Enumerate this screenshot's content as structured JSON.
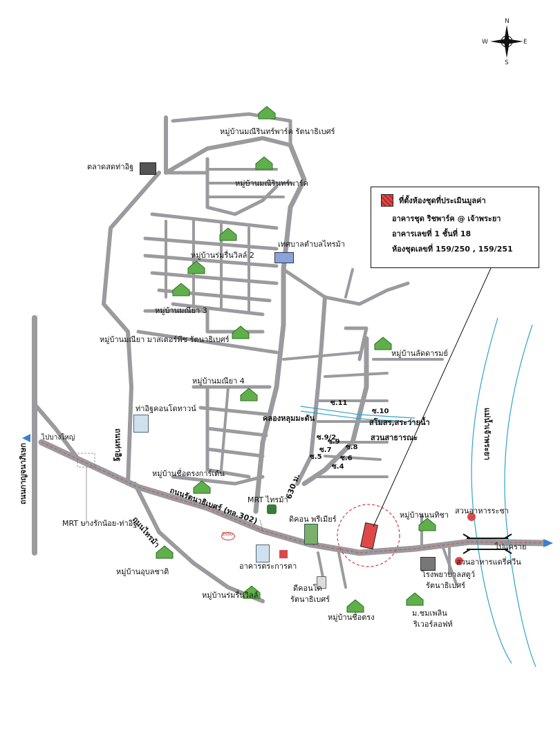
{
  "map": {
    "legend": {
      "line1": "ที่ตั้งห้องชุดที่ประเมินมูลค่า",
      "line2": "อาคารชุด ริชพาร์ค @ เจ้าพระยา",
      "line3": "อาคารเลขที่ 1  ชั้นที่ 18",
      "line4": "ห้องชุดเลขที่ 159/250 , 159/251",
      "swatch_color": "#e04848"
    },
    "compass": {
      "n": "N",
      "s": "S",
      "e": "E",
      "w": "W"
    },
    "places": {
      "maneerin_rattana": "หมู่บ้านมณีรินทร์พาร์ค รัตนาธิเบศร์",
      "talad_tha_it": "ตลาดสดท่าอิฐ",
      "maneerin_park": "หมู่บ้านมณีรินทร์พาร์ค",
      "tessaban": "เทศบาลตำบลไทรม้า",
      "romruen2": "หมู่บ้านร่มรื่นวิลล์ 2",
      "maneeya3": "หมู่บ้านมณียา 3",
      "maneeya_master": "หมู่บ้านมณียา มาสเตอร์พีซ รัตนาธิเบศร์",
      "ladarom": "หมู่บ้านลัดดารมย์",
      "maneeya4": "หมู่บ้านมณียา 4",
      "tha_it_condo": "ท่าอิฐคอนโดทาวน์",
      "chuan_chuen": "หมู่บ้านชื่อตรงการ์เด้น",
      "to_bang_yai": "ไปบางใหญ่",
      "mrt_bang_rak_noi": "MRT บางรักน้อย-ท่าอิฐ",
      "mrt_sai_ma": "MRT ไทรม้า",
      "the_con": "ดิคอน พรีเมียร์",
      "khlong": "คลองหลุมมะดัน",
      "samosorn": "สโมสร,สระว่ายน้ำ",
      "park": "สวนสาธารณะ",
      "road_rattana": "ถนนรัตนาธิเบศร์ (ทล.302)",
      "road_sai_ma": "ถนนไทรม้า",
      "road_tha_it": "ถนนท่าอิฐ",
      "road_kanchana": "ถนนกาญจนาภิเษก",
      "khet_630": "630 ม.",
      "ubonchat": "หมู่บ้านอุบลชาติ",
      "arkan_taka": "อาคารตระการตา",
      "romruen_villa": "หมู่บ้านร่มรื่นวิลล์",
      "dcondo": "ดีคอนโด",
      "dcondo2": "รัตนาธิเบศร์",
      "chuentrong": "หมู่บ้านชื่อตรง",
      "nonthisa": "หมู่บ้านนนทิชา",
      "suan_rachasa": "สวนอาหารระชา",
      "hospital": "โรงพยาบาลสตูว์",
      "hospital2": "รัตนาธิเบศร์",
      "chompoen": "ม.ชมเพลิน",
      "chompoen2": "ริเวอร์ลอฟท์",
      "suan_kraenn": "สวนอาหารแดรี่ควีน",
      "to_pakkret": "ไปแคราย",
      "river": "แม่น้ำเจ้าพระยา",
      "soi11": "ซ.11",
      "soi10": "ซ.10",
      "soi9_2": "ซ.9/2",
      "soi9": "ซ.9",
      "soi8": "ซ.8",
      "soi7": "ซ.7",
      "soi6": "ซ.6",
      "soi5": "ซ.5",
      "soi4": "ซ.4",
      "esso": "Esso"
    },
    "colors": {
      "road": "#9b9a9e",
      "main_road": "#8e8d92",
      "river": "#2fa3c9",
      "site": "#e04848"
    }
  }
}
